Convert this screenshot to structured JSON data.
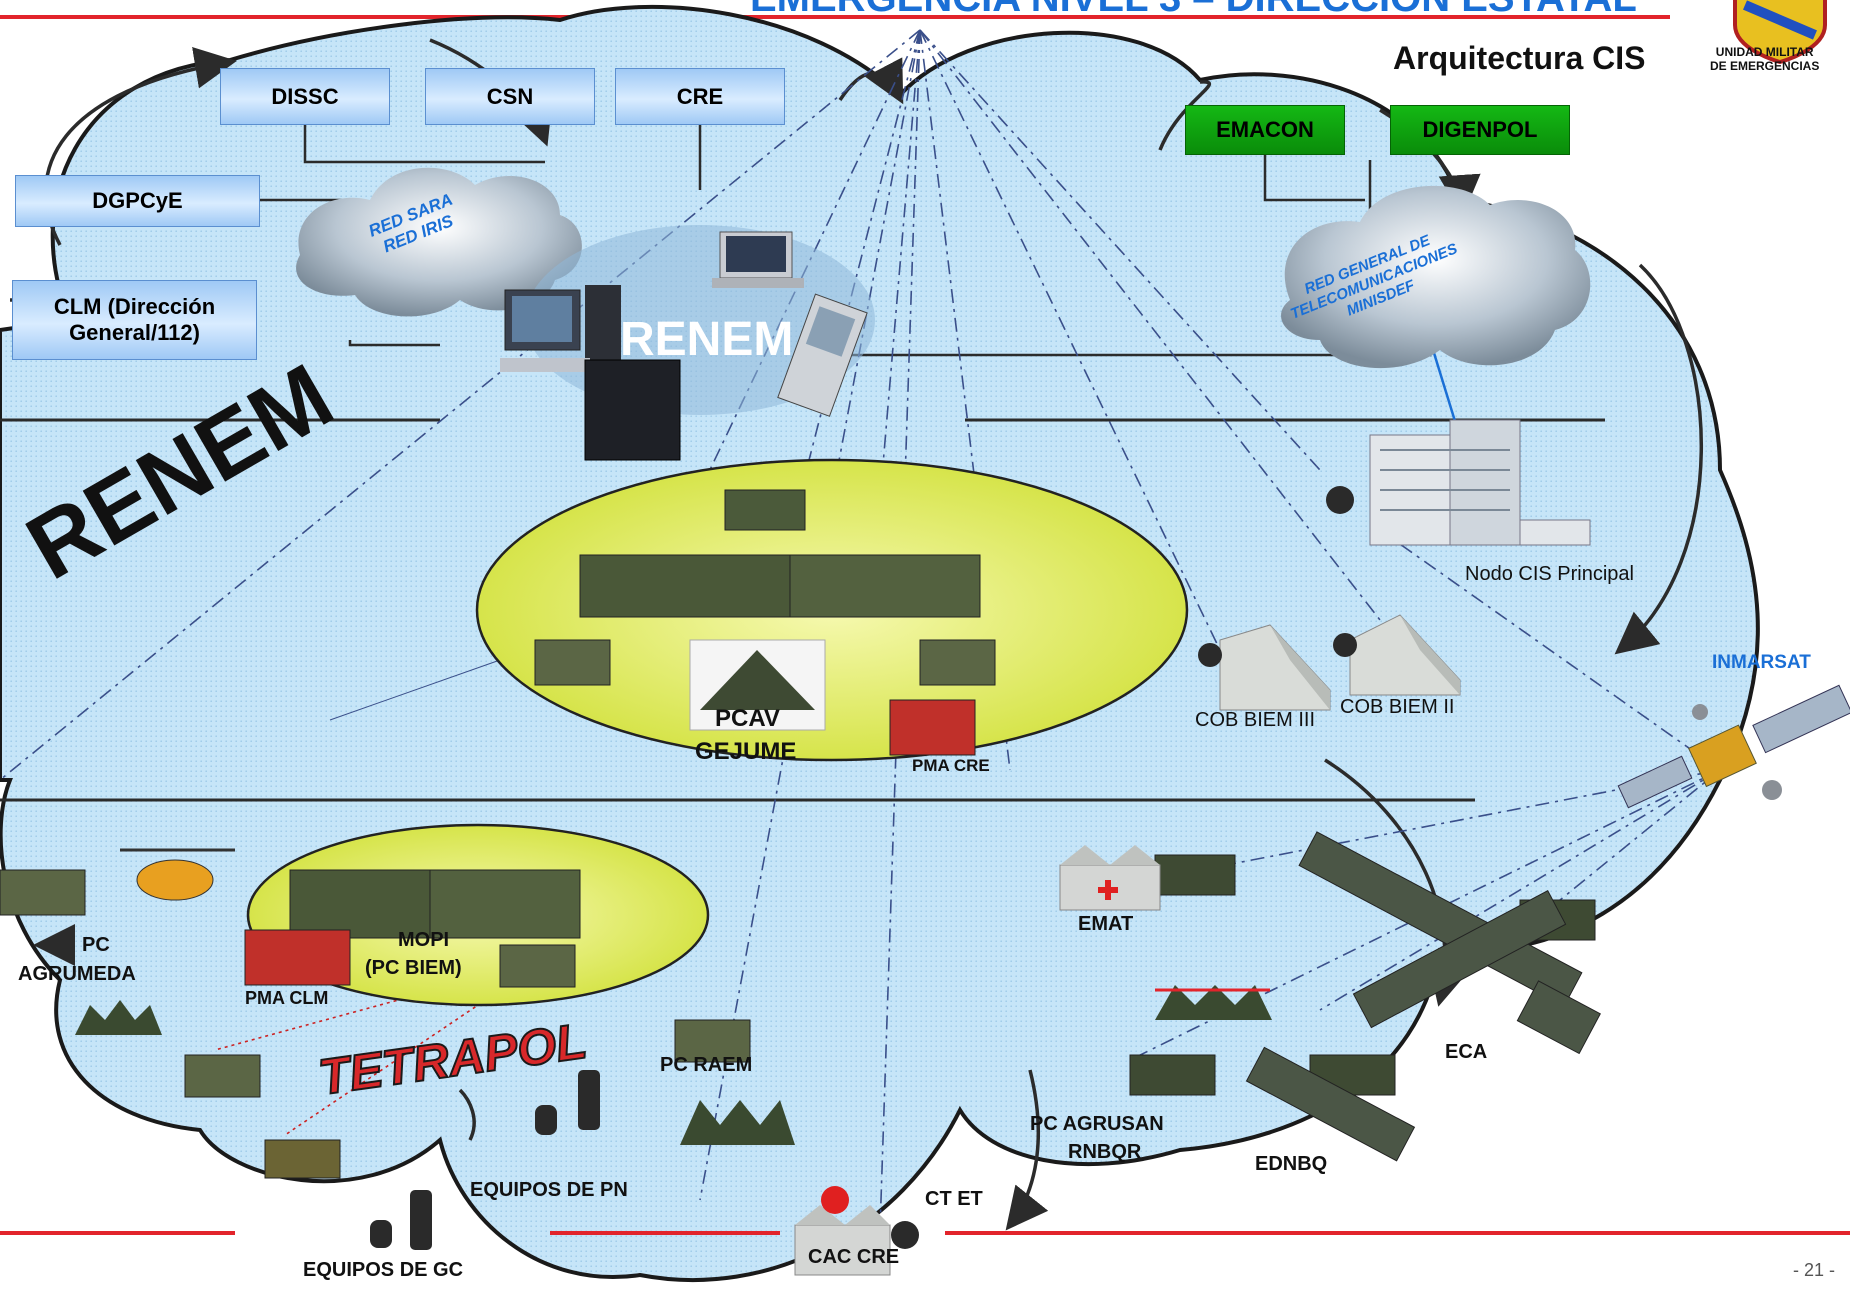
{
  "header": {
    "title": "EMERGENCIA NIVEL 3 – DIRECCIÓN ESTATAL",
    "subtitle": "Arquitectura CIS",
    "unit_line1": "UNIDAD MILITAR",
    "unit_line2": "DE EMERGENCIAS"
  },
  "boxes": {
    "dissc": "DISSC",
    "csn": "CSN",
    "cre": "CRE",
    "dgpcye": "DGPCyE",
    "clm_line1": "CLM (Dirección",
    "clm_line2": "General/112)",
    "emacon": "EMACON",
    "digenpol": "DIGENPOL"
  },
  "networks": {
    "red_sara": "RED SARA",
    "red_iris": "RED IRIS",
    "renem_center": "RENEM",
    "renem_big": "RENEM",
    "tetrapol": "TETRAPOL",
    "rgt_line1": "RED GENERAL DE",
    "rgt_line2": "TELECOMUNICACIONES",
    "rgt_line3": "MINISDEF"
  },
  "labels": {
    "nodo": "Nodo  CIS Principal",
    "inmarsat": "INMARSAT",
    "cob3": "COB BIEM III",
    "cob2": "COB BIEM II",
    "pcav": "PCAV",
    "gejume": "GEJUME",
    "pma_cre": "PMA CRE",
    "pc": "PC",
    "agrumeda": "AGRUMEDA",
    "mopi": "MOPI",
    "pc_biem": "(PC BIEM)",
    "pma_clm": "PMA CLM",
    "emat": "EMAT",
    "eca": "ECA",
    "pc_raem": "PC RAEM",
    "pc_agrusan": "PC AGRUSAN",
    "rnbqr": "RNBQR",
    "ednbq": "EDNBQ",
    "equipos_pn": "EQUIPOS  DE PN",
    "ct_et": "CT  ET",
    "cac_cre": "CAC CRE",
    "equipos_gc": "EQUIPOS DE GC"
  },
  "footer": {
    "page": "- 21 -"
  },
  "colors": {
    "title_blue": "#1a6fd6",
    "cloud_fill": "#c8e6f8",
    "box_blue": "#b8d8f8",
    "box_green": "#12a812",
    "ellipse_yellow": "#e8f27a",
    "rule_red": "#e2242b",
    "net_cloud": "#8a9aa8"
  }
}
